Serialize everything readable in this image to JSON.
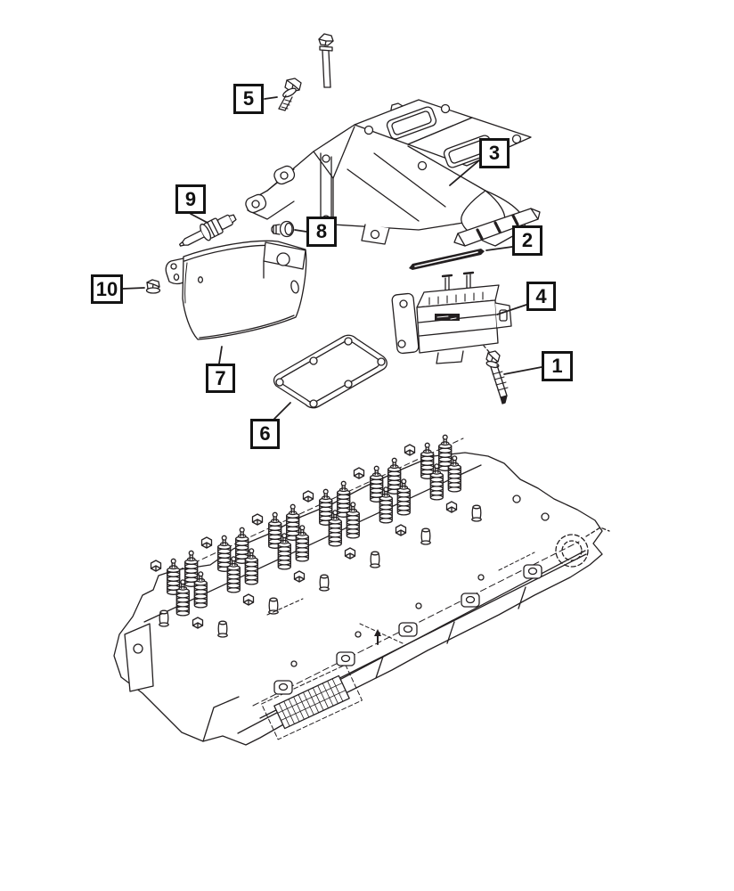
{
  "diagram": {
    "type": "exploded-parts-diagram",
    "background_color": "#ffffff",
    "line_color": "#231f20",
    "callout_border_color": "#141414"
  },
  "callouts": {
    "c1": {
      "label": "1"
    },
    "c2": {
      "label": "2"
    },
    "c3": {
      "label": "3"
    },
    "c4": {
      "label": "4"
    },
    "c5": {
      "label": "5"
    },
    "c6": {
      "label": "6"
    },
    "c7": {
      "label": "7"
    },
    "c8": {
      "label": "8"
    },
    "c9": {
      "label": "9"
    },
    "c10": {
      "label": "10"
    }
  }
}
